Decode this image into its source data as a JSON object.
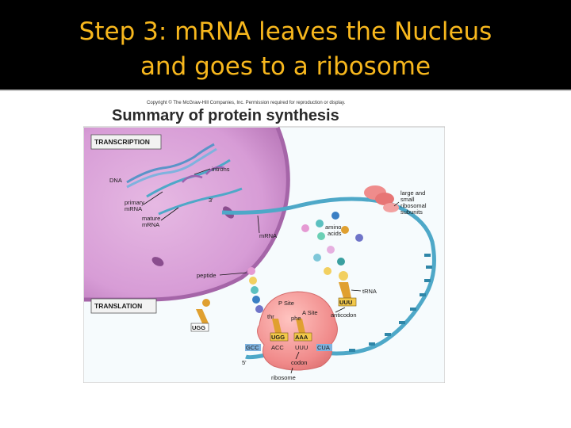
{
  "slide": {
    "title_line1": "Step 3: mRNA leaves the Nucleus",
    "title_line2": "and goes to a ribosome"
  },
  "figure": {
    "copyright": "Copyright © The McGraw-Hill Companies, Inc. Permission required for reproduction or display.",
    "title": "Summary of protein synthesis",
    "sections": {
      "transcription": "TRANSCRIPTION",
      "translation": "TRANSLATION"
    },
    "labels": {
      "dna": "DNA",
      "introns": "introns",
      "three_prime": "3'",
      "primary_1": "primary",
      "primary_2": "mRNA",
      "mature_1": "mature",
      "mature_2": "mRNA",
      "mrna": "mRNA",
      "amino_1": "amino",
      "amino_2": "acids",
      "subunits_1": "large and",
      "subunits_2": "small",
      "subunits_3": "ribosomal",
      "subunits_4": "subunits",
      "peptide": "peptide",
      "trna": "tRNA",
      "p_site": "P Site",
      "a_site": "A Site",
      "thr": "thr",
      "phe": "phe",
      "anticodon": "anticodon",
      "five_prime": "5'",
      "codon": "codon",
      "ribosome": "ribosome"
    },
    "codes": {
      "free_trna": "UGG",
      "incoming_anticodon": "UUU",
      "p_anticodon": "UGG",
      "a_anticodon": "AAA",
      "codon_left": "GCC",
      "codon_p": "ACC",
      "codon_a": "UUU",
      "codon_right": "CUA"
    },
    "colors": {
      "title_text": "#f7b71d",
      "nucleus": "#d9a0d8",
      "mrna_strand": "#4ea8c8",
      "ribosome": "#f08a8a"
    }
  }
}
